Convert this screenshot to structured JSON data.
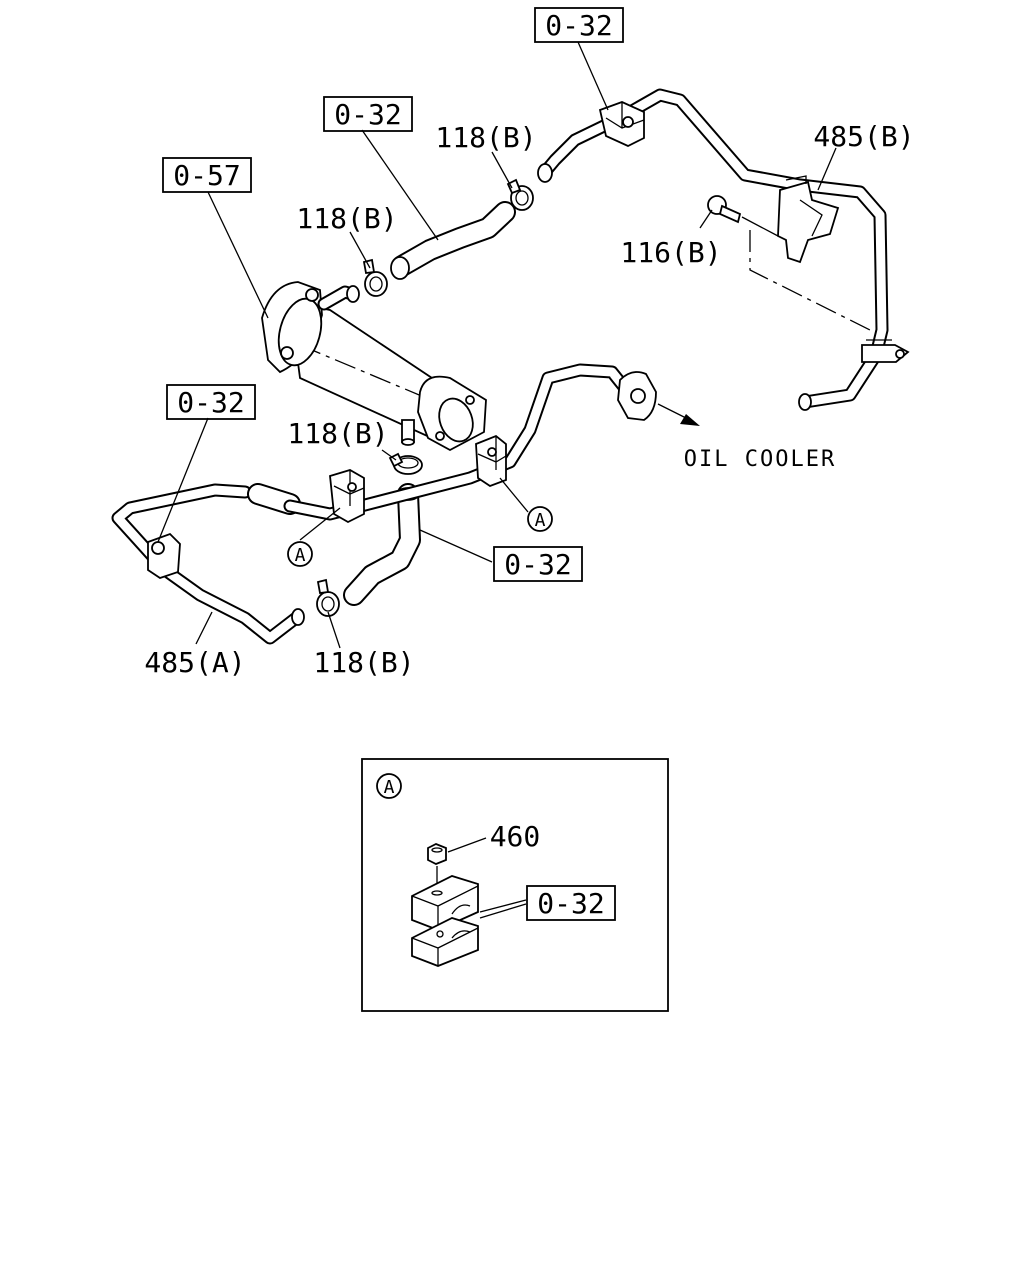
{
  "diagram": {
    "refs": {
      "top_right": "0-32",
      "hose_upper": "0-32",
      "cooler": "0-57",
      "left": "0-32",
      "hose_lower": "0-32",
      "detail": "0-32"
    },
    "parts": {
      "clamp_top": "118(B)",
      "clamp_upper": "118(B)",
      "clamp_mid": "118(B)",
      "clamp_bottom": "118(B)",
      "pipe_b": "485(B)",
      "pipe_a": "485(A)",
      "bolt": "116(B)",
      "nut": "460"
    },
    "callouts": {
      "a_right": "A",
      "a_left": "A",
      "a_detail": "A"
    },
    "note": "OIL COOLER"
  }
}
